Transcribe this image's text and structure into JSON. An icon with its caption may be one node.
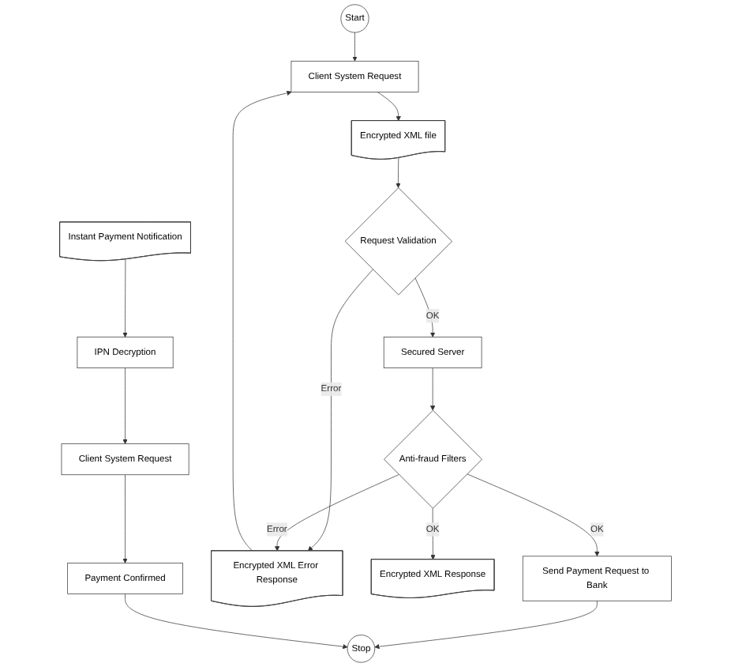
{
  "diagram": {
    "nodes": [
      {
        "text": [
          "Start"
        ]
      },
      {
        "text": [
          "Client System Request"
        ]
      },
      {
        "text": [
          "Client System Request"
        ]
      },
      {
        "text": [
          "Payment Confirmed"
        ]
      },
      {
        "text": [
          "Encrypted XML file"
        ]
      },
      {
        "text": [
          "Encrypted XML Error Response"
        ]
      },
      {
        "text": [
          "IPN Decryption"
        ]
      },
      {
        "text": [
          "Instant Payment Notification"
        ]
      },
      {
        "text": [
          "Encrypted XML Response"
        ]
      },
      {
        "text": [
          "Request Validation"
        ]
      },
      {
        "text": [
          "Stop"
        ]
      },
      {
        "text": [
          "Secured Server"
        ]
      },
      {
        "text": [
          "Anti-fraud Filters"
        ]
      },
      {
        "text": [
          "Send Payment Request to Bank"
        ]
      }
    ],
    "edges": [
      {
        "from": 0,
        "to": 1,
        "arrow": "to"
      },
      {
        "from": 1,
        "to": 4,
        "arrow": "to"
      },
      {
        "from": 4,
        "to": 9,
        "arrow": "to"
      },
      {
        "from": 9,
        "to": 5,
        "label": "Error",
        "arrow": "to"
      },
      {
        "from": 5,
        "to": 1,
        "arrow": "to"
      },
      {
        "from": 9,
        "to": 11,
        "label": "OK",
        "arrow": "to"
      },
      {
        "from": 11,
        "to": 12,
        "arrow": "to"
      },
      {
        "from": 12,
        "to": 5,
        "label": "Error",
        "arrow": "to"
      },
      {
        "from": 12,
        "to": 8,
        "label": "OK",
        "arrow": "to"
      },
      {
        "from": 12,
        "to": 13,
        "label": "OK",
        "arrow": "to"
      },
      {
        "from": 13,
        "to": 10,
        "arrow": "to"
      },
      {
        "from": 7,
        "to": 6,
        "arrow": "to"
      },
      {
        "from": 6,
        "to": 2,
        "arrow": "to"
      },
      {
        "from": 2,
        "to": 3,
        "arrow": "to"
      },
      {
        "from": 3,
        "to": 10,
        "arrow": "to"
      }
    ]
  }
}
